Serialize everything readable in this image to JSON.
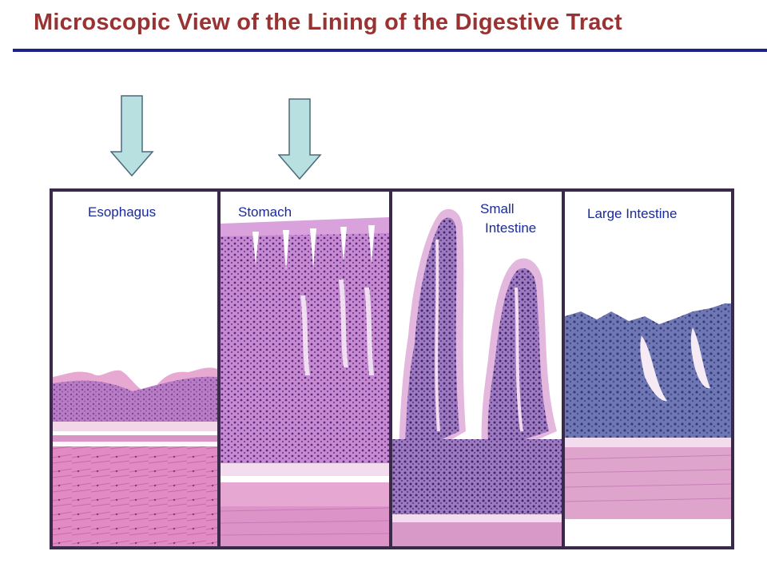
{
  "header": {
    "title": "Microscopic View of the Lining of the Digestive Tract",
    "title_color": "#993333",
    "rule_color": "#20208a"
  },
  "arrows": [
    {
      "name": "esophagus-pointer",
      "color": "#b8e0e0"
    },
    {
      "name": "stomach-pointer",
      "color": "#b8e0e0"
    }
  ],
  "panels": [
    {
      "id": "esophagus",
      "label": "Esophagus"
    },
    {
      "id": "stomach",
      "label": "Stomach"
    },
    {
      "id": "small-intestine",
      "label_line1": "Small",
      "label_line2": "Intestine"
    },
    {
      "id": "large-intestine",
      "label": "Large Intestine"
    }
  ],
  "colors": {
    "label_blue": "#1a2a9a",
    "tissue_pink": "#d98fc6",
    "tissue_dark": "#7a4aa0",
    "muscle_pink": "#e08ac0",
    "frame": "#3a2a4a"
  }
}
